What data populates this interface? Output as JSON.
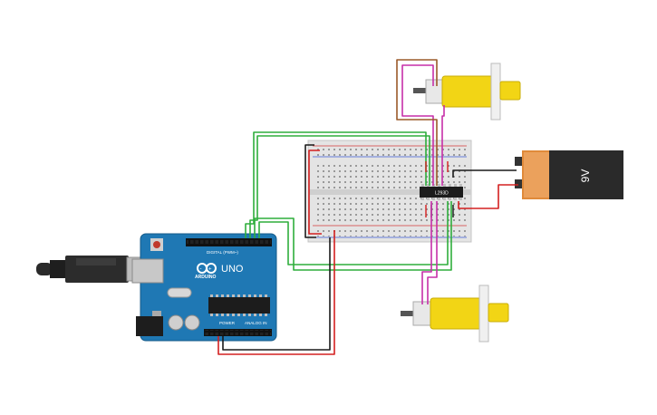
{
  "arduino": {
    "brand": "ARDUINO",
    "model": "UNO",
    "digital_header_label": "DIGITAL (PWM~)",
    "power_label": "POWER",
    "analog_label": "ANALOG IN"
  },
  "driver_chip": {
    "label": "L293D"
  },
  "battery": {
    "voltage_label": "9V"
  },
  "colors": {
    "board_blue": "#1f78b4",
    "wire_green": "#2fae3c",
    "wire_red": "#d42020",
    "wire_black": "#1a1a1a",
    "wire_magenta": "#c62fa8",
    "wire_brown": "#9a5a2a",
    "motor_yellow": "#f2d515",
    "battery_orange": "#e08a3a"
  }
}
